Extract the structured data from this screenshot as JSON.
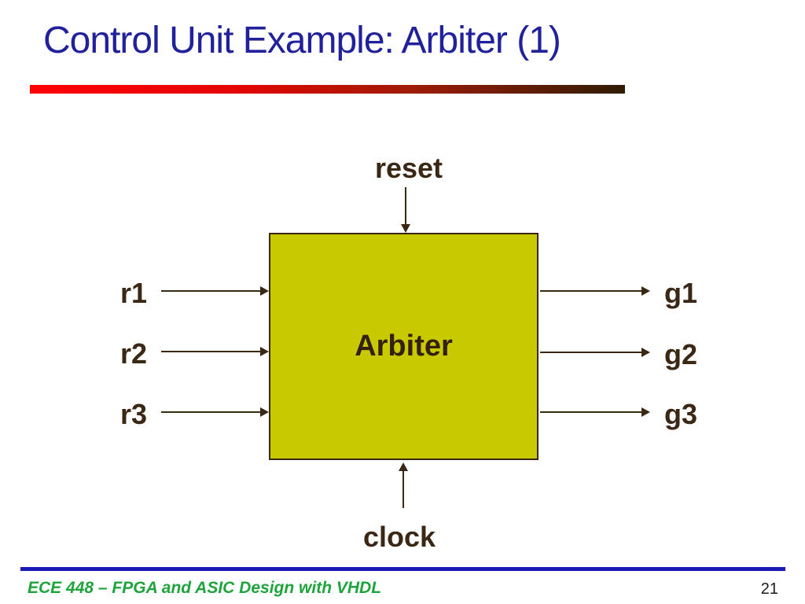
{
  "slide": {
    "title": "Control Unit Example: Arbiter (1)",
    "footer": "ECE 448 – FPGA and ASIC Design with VHDL",
    "page_number": "21"
  },
  "diagram": {
    "block_label": "Arbiter",
    "input_top": {
      "label": "reset"
    },
    "input_bottom": {
      "label": "clock"
    },
    "inputs_left": [
      {
        "label": "r1"
      },
      {
        "label": "r2"
      },
      {
        "label": "r3"
      }
    ],
    "outputs_right": [
      {
        "label": "g1"
      },
      {
        "label": "g2"
      },
      {
        "label": "g3"
      }
    ]
  },
  "colors": {
    "title_text": "#21219b",
    "accent_bar_start": "#ff0000",
    "accent_bar_end": "#2f1c05",
    "block_fill": "#c9c900",
    "diagram_ink": "#3a2714",
    "footer_line": "#1a1ab4",
    "footer_text": "#1fa33d",
    "page_number": "#1c1c1c"
  }
}
